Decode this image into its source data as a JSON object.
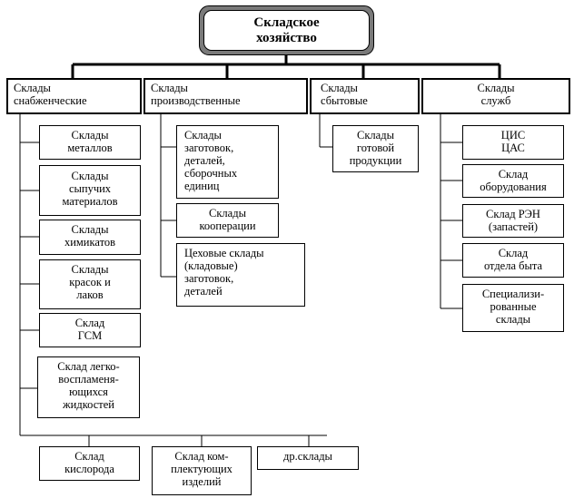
{
  "root": "Складское\nхозяйство",
  "categories": [
    "Склады\nснабженческие",
    "Склады\nпроизводственные",
    "Склады\nсбытовые",
    "Склады\nслужб"
  ],
  "supply": [
    "Склады\nметаллов",
    "Склады\nсыпучих\nматериалов",
    "Склады\nхимикатов",
    "Склады\nкрасок и\nлаков",
    "Склад\nГСМ",
    "Склад легко-\nвоспламеня-\nющихся\nжидкостей"
  ],
  "bottom": [
    "Склад\nкислорода",
    "Склад ком-\nплектующих\nизделий",
    "др.склады"
  ],
  "production": [
    "Склады\nзаготовок,\nдеталей,\nсборочных\nединиц",
    "Склады\nкооперации",
    "Цеховые склады\n(кладовые)\nзаготовок,\nдеталей"
  ],
  "sales": [
    "Склады\nготовой\nпродукции"
  ],
  "services": [
    "ЦИС\nЦАС",
    "Склад\nоборудования",
    "Склад РЭН\n(запастей)",
    "Склад\nотдела быта",
    "Специализи-\nрованные\nсклады"
  ]
}
